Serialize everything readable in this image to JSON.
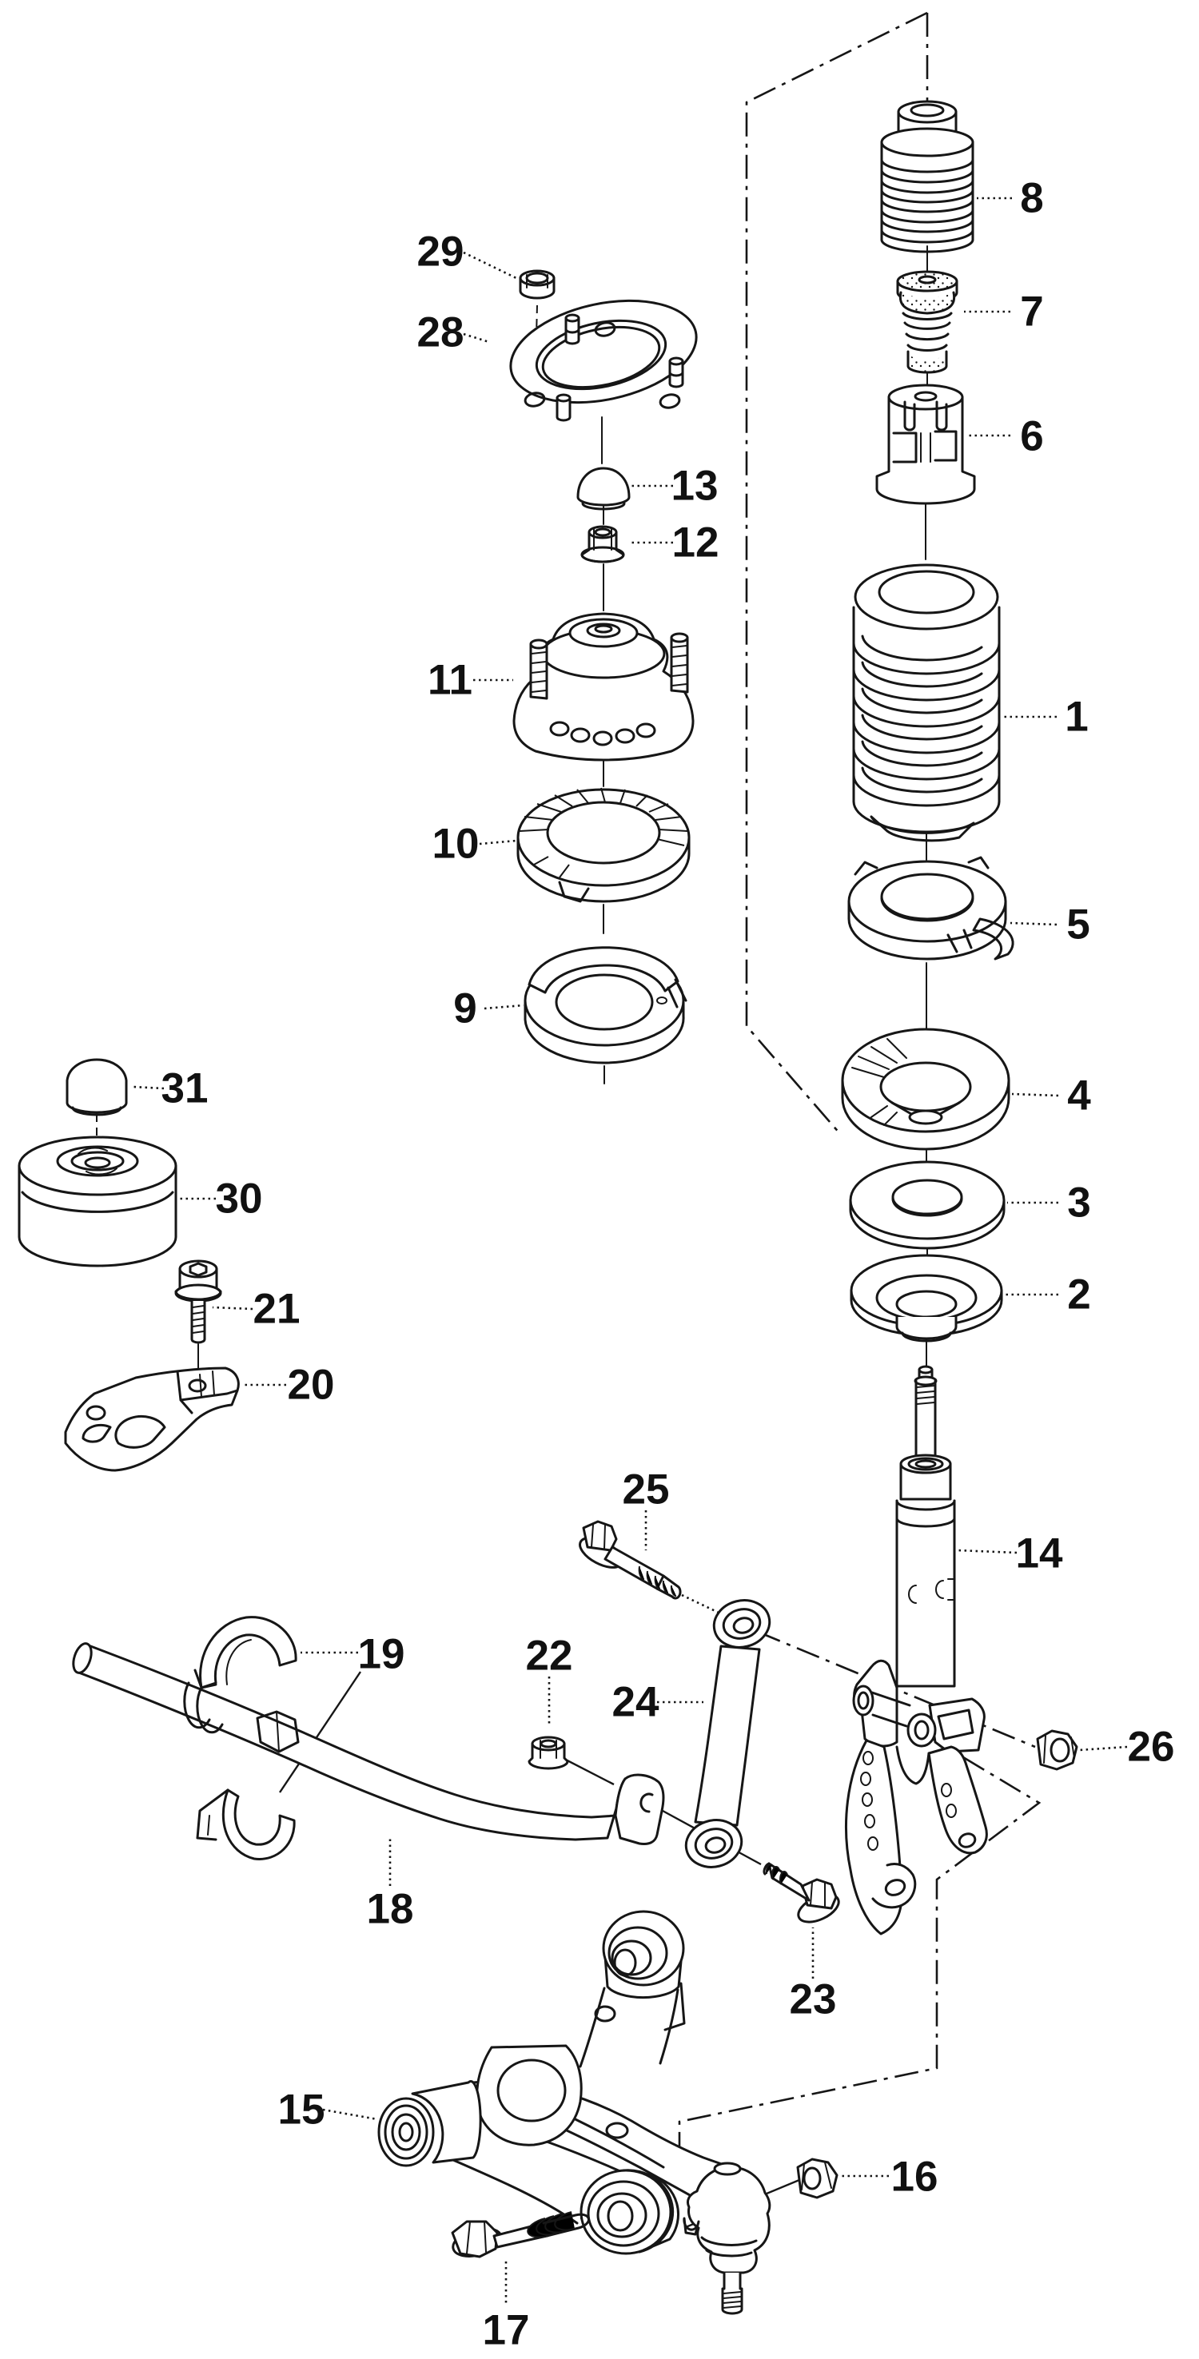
{
  "diagram": {
    "type": "exploded-parts-line-drawing",
    "background": "#ffffff",
    "line_color": "#161616",
    "label_color": "#111111"
  },
  "callouts": {
    "c1": "1",
    "c2": "2",
    "c3": "3",
    "c4": "4",
    "c5": "5",
    "c6": "6",
    "c7": "7",
    "c8": "8",
    "c9": "9",
    "c10": "10",
    "c11": "11",
    "c12": "12",
    "c13": "13",
    "c14": "14",
    "c15": "15",
    "c16": "16",
    "c17": "17",
    "c18": "18",
    "c19": "19",
    "c20": "20",
    "c21": "21",
    "c22": "22",
    "c23": "23",
    "c24": "24",
    "c25": "25",
    "c26": "26",
    "c28": "28",
    "c29": "29",
    "c30": "30",
    "c31": "31"
  }
}
